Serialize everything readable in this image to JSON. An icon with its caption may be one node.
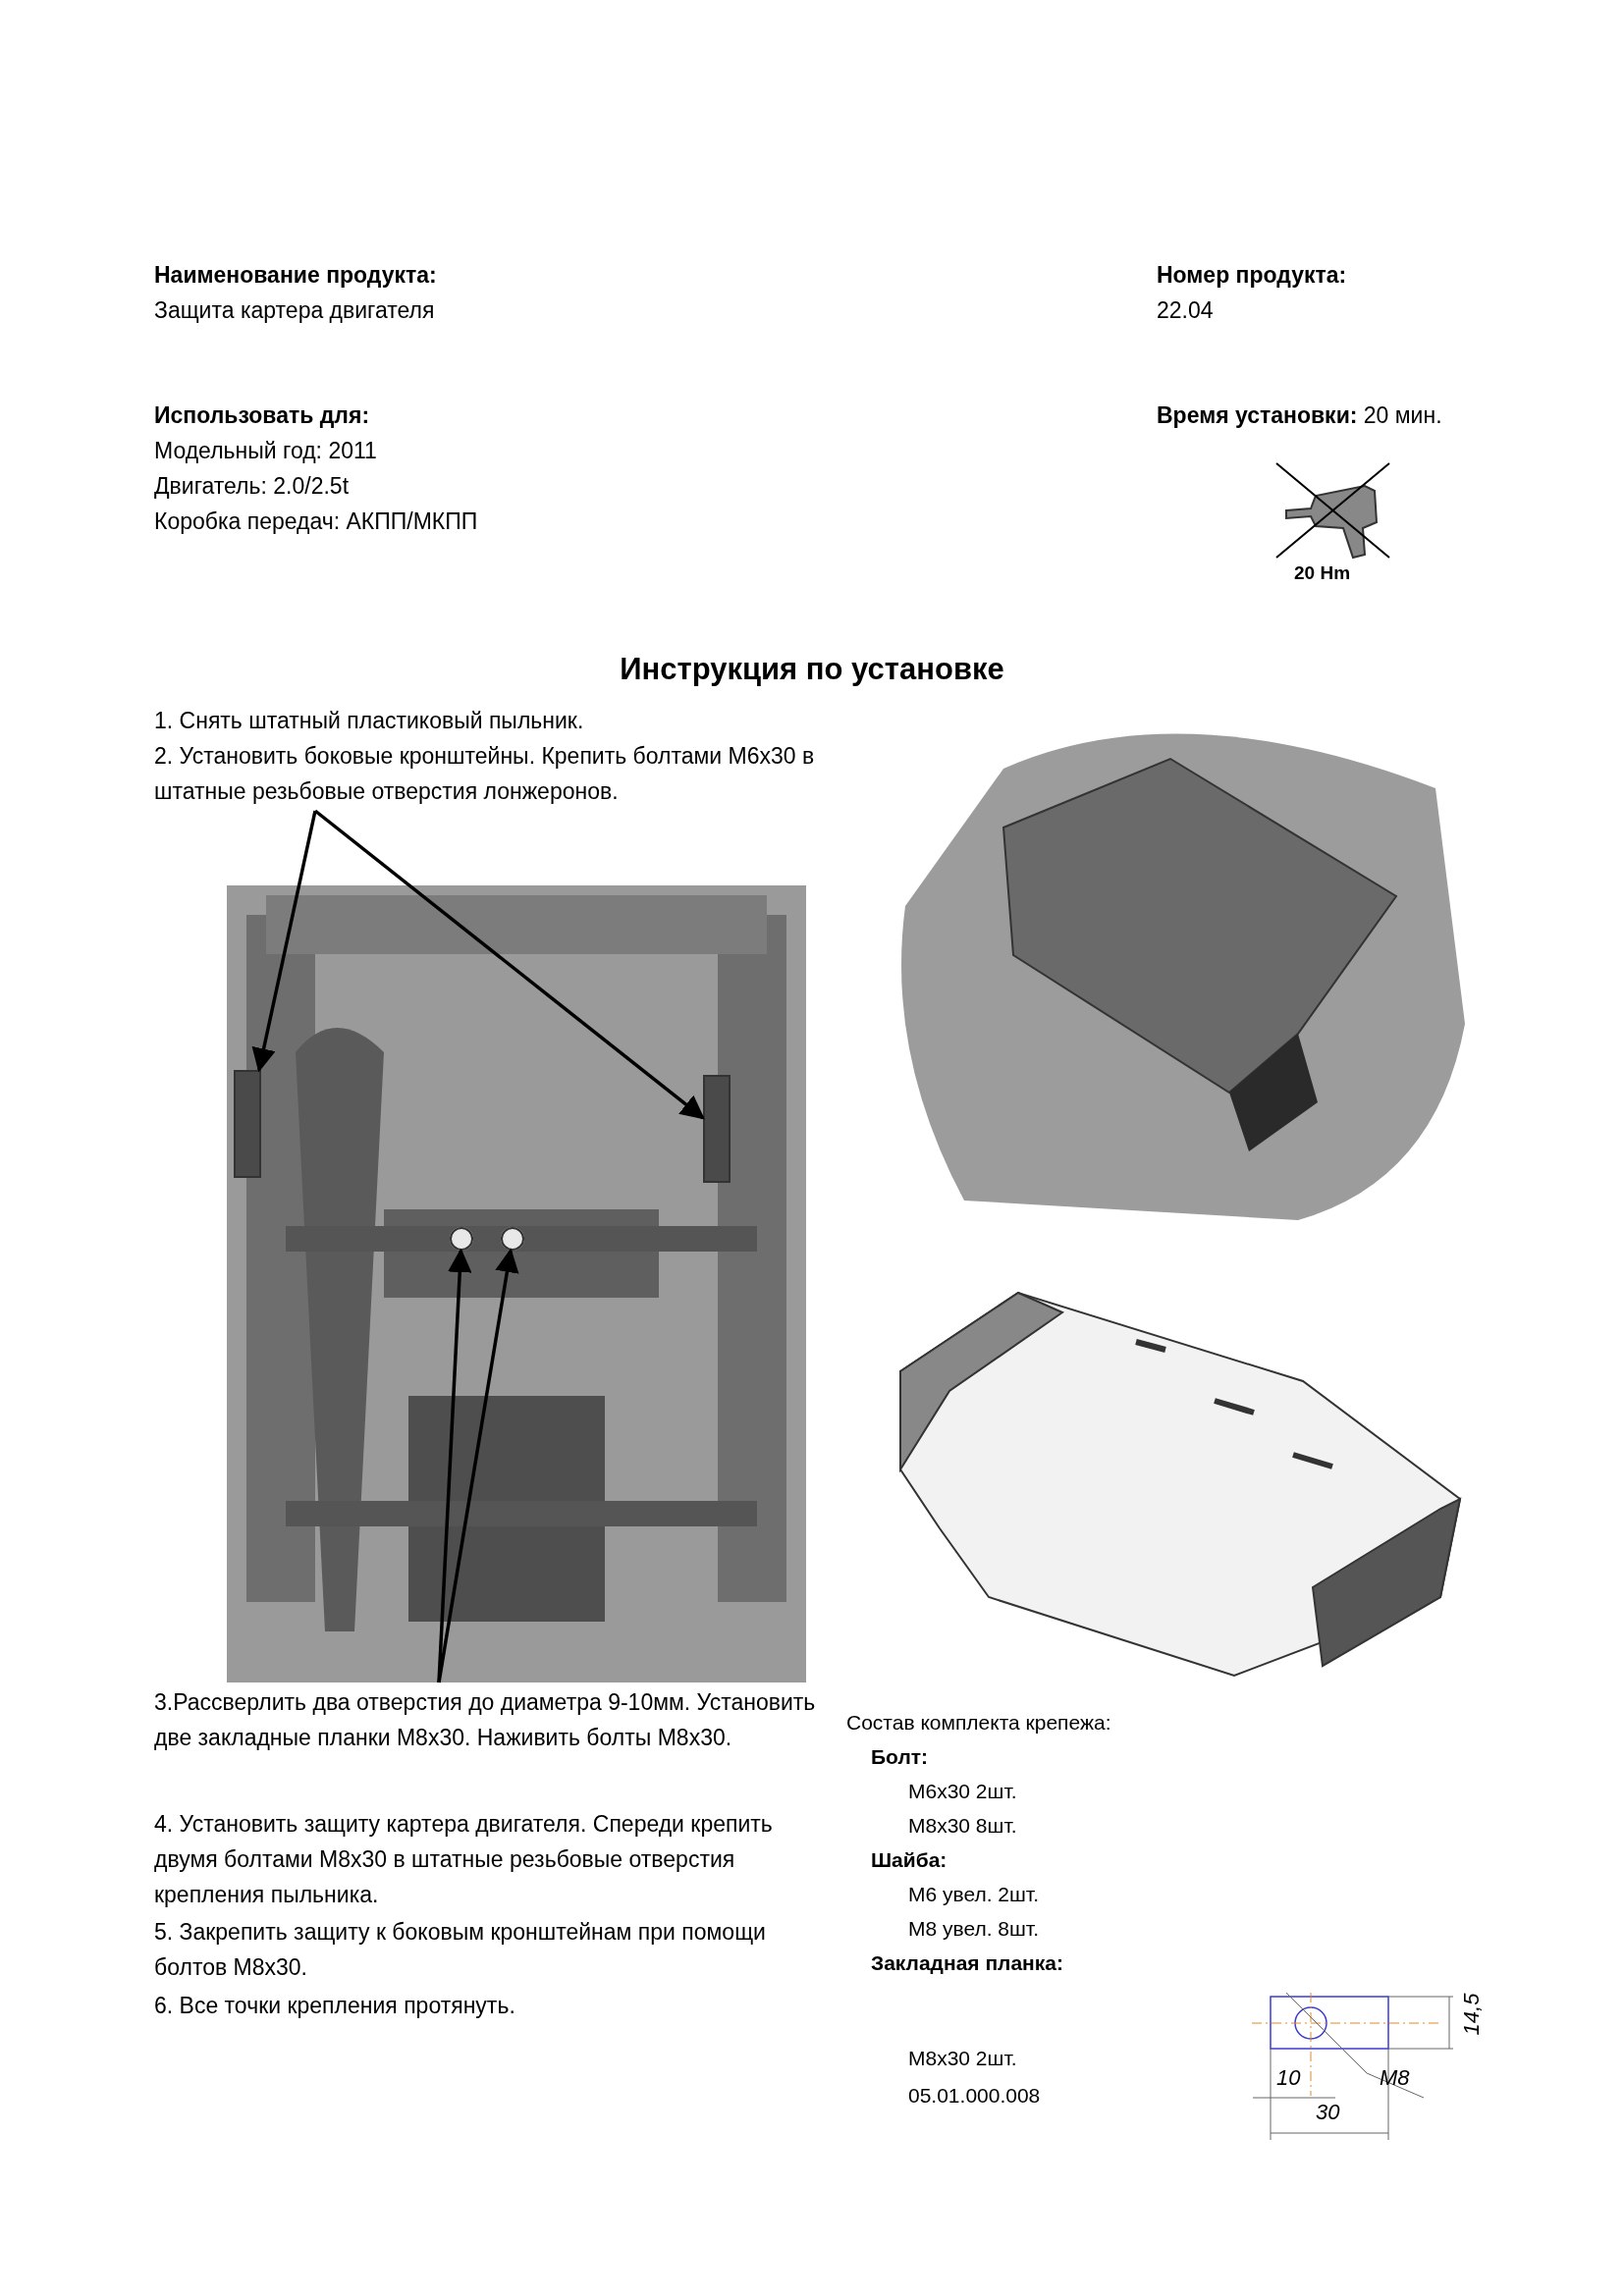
{
  "diagram": {
    "title": "Инструкция по установке",
    "nodes": [
      {
        "text": [
          "2. Установить боковые кронштейны. Крепить болтами М6х30 в штатные резьбовые отверстия лонжеронов."
        ]
      },
      {
        "text": [
          "3.Рассверлить два отверстия до диаметра 9-10мм. Установить две закладные планки М8х30. Наживить болты М8х30."
        ]
      },
      {
        "text": [],
        "shape": "bar"
      },
      {
        "text": [],
        "shape": "bar"
      },
      {
        "text": [],
        "shape": "circle"
      },
      {
        "text": [],
        "shape": "circle"
      }
    ],
    "edges": [
      {
        "from": 0,
        "to": 2,
        "arrow": "to"
      },
      {
        "from": 0,
        "to": 3,
        "arrow": "to"
      },
      {
        "from": 1,
        "to": 4,
        "arrow": "to"
      },
      {
        "from": 1,
        "to": 5,
        "arrow": "to"
      }
    ],
    "labels": [
      "Наименование продукта:",
      "Номер продукта:",
      "Защита картера двигателя",
      "22.04",
      "Использовать для:",
      "**Время установки:** 20 мин.",
      "Модельный год: 2011",
      "Двигатель: 2.0/2.5t",
      "Коробка передач: АКПП/МКПП",
      "20 Hm",
      "1. Снять штатный пластиковый пыльник.",
      "4. Установить защиту картера двигателя. Спереди крепить двумя болтами М8х30 в штатные резьбовые отверстия крепления пыльника.",
      "5. Закрепить защиту к боковым кронштейнам при помощи болтов М8х30.",
      "6. Все точки крепления протянуть.",
      "Состав комплекта крепежа:",
      "Болт:",
      "М6х30 2шт.",
      "М8х30 8шт.",
      "Шайба:",
      "М6 увел. 2шт.",
      "М8 увел. 8шт.",
      "Закладная планка:",
      "М8х30 2шт.",
      "05.01.000.008",
      "14,5",
      "10",
      "M8",
      "30"
    ]
  }
}
